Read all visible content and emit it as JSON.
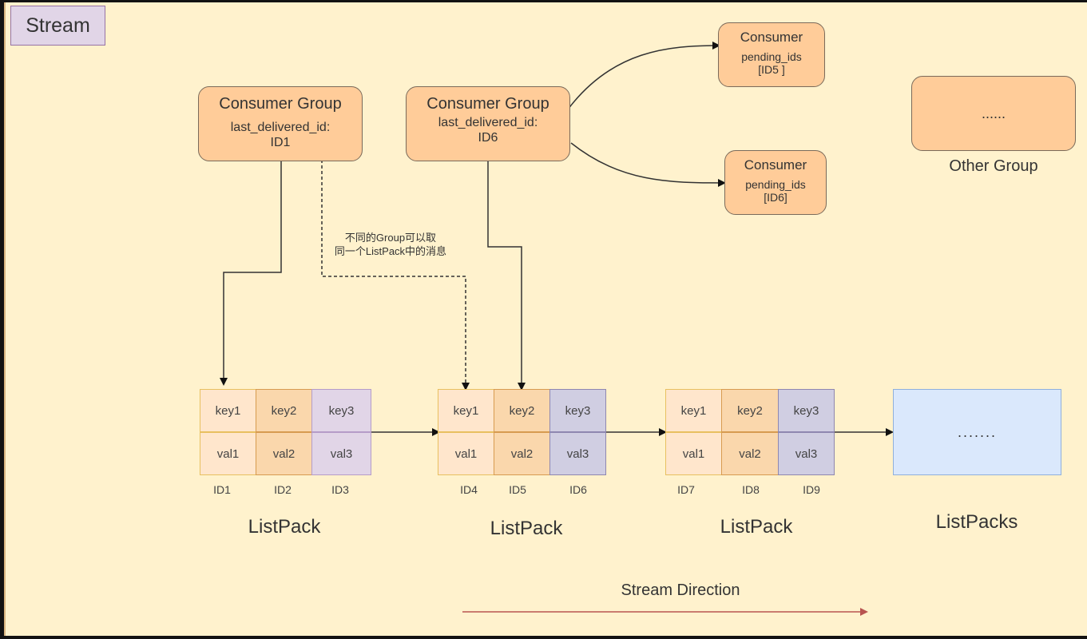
{
  "title": "Stream",
  "consumer_groups": [
    {
      "title": "Consumer Group",
      "field": "last_delivered_id:",
      "value": "ID1"
    },
    {
      "title": "Consumer Group",
      "field": "last_delivered_id:",
      "value": "ID6"
    }
  ],
  "consumers": [
    {
      "title": "Consumer",
      "field": "pending_ids",
      "value": "[ID5 ]"
    },
    {
      "title": "Consumer",
      "field": "pending_ids",
      "value": "[ID6]"
    }
  ],
  "other_group": {
    "content": "......",
    "label": "Other Group"
  },
  "note": {
    "line1": "不同的Group可以取",
    "line2": "同一个ListPack中的消息"
  },
  "listpacks": [
    {
      "label": "ListPack",
      "entries": [
        {
          "key": "key1",
          "val": "val1",
          "id": "ID1"
        },
        {
          "key": "key2",
          "val": "val2",
          "id": "ID2"
        },
        {
          "key": "key3",
          "val": "val3",
          "id": "ID3"
        }
      ]
    },
    {
      "label": "ListPack",
      "entries": [
        {
          "key": "key1",
          "val": "val1",
          "id": "ID4"
        },
        {
          "key": "key2",
          "val": "val2",
          "id": "ID5"
        },
        {
          "key": "key3",
          "val": "val3",
          "id": "ID6"
        }
      ]
    },
    {
      "label": "ListPack",
      "entries": [
        {
          "key": "key1",
          "val": "val1",
          "id": "ID7"
        },
        {
          "key": "key2",
          "val": "val2",
          "id": "ID8"
        },
        {
          "key": "key3",
          "val": "val3",
          "id": "ID9"
        }
      ]
    }
  ],
  "more_listpacks": {
    "content": ".......",
    "label": "ListPacks"
  },
  "direction": {
    "label": "Stream Direction",
    "color": "#b85450"
  }
}
